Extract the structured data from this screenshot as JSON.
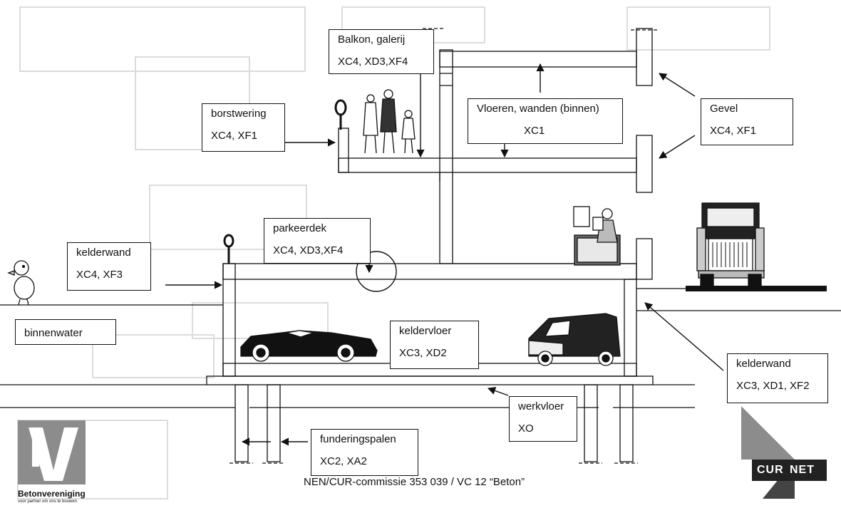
{
  "labels": {
    "balkon": {
      "title": "Balkon, galerij",
      "classes": "XC4, XD3,XF4"
    },
    "borstwering": {
      "title": "borstwering",
      "classes": "XC4, XF1"
    },
    "vloeren": {
      "title": "Vloeren,  wanden (binnen)",
      "classes": "XC1"
    },
    "gevel": {
      "title": "Gevel",
      "classes": "XC4, XF1"
    },
    "parkeerdek": {
      "title": "parkeerdek",
      "classes": "XC4, XD3,XF4"
    },
    "kelderwand_left": {
      "title": "kelderwand",
      "classes": "XC4,  XF3"
    },
    "binnenwater": {
      "title": "binnenwater"
    },
    "keldervloer": {
      "title": "keldervloer",
      "classes": "XC3, XD2"
    },
    "kelderwand_right": {
      "title": "kelderwand",
      "classes": "XC3, XD1, XF2"
    },
    "werkvloer": {
      "title": "werkvloer",
      "classes": "XO"
    },
    "funderingspalen": {
      "title": "funderingspalen",
      "classes": "XC2, XA2"
    }
  },
  "caption": "NEN/CUR-commissie 353 039 / VC 12 “Beton”",
  "logos": {
    "betonvereniging": {
      "name": "Betonvereniging",
      "tagline": "voor partner om ons te bouwen"
    },
    "curnet": {
      "part1": "CUR",
      "part2": "NET"
    }
  },
  "colors": {
    "line": "#111111",
    "ghost": "#d9d9d9",
    "logo_gray": "#8c8c8c"
  }
}
